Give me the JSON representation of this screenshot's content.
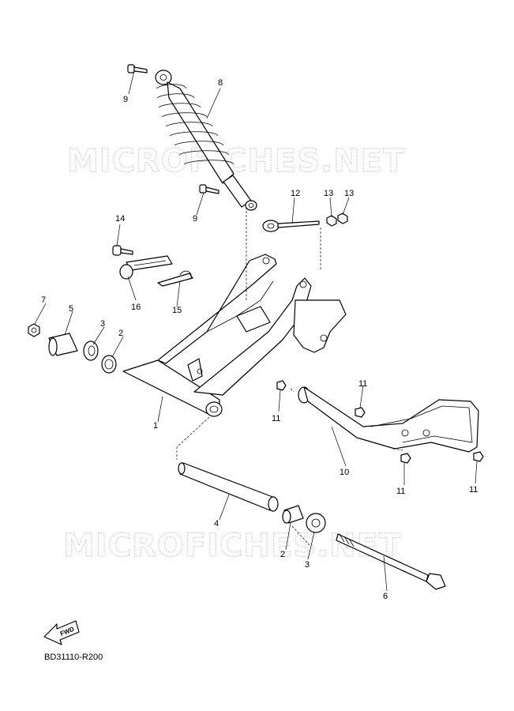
{
  "watermarks": [
    "MICROFICHES.NET",
    "MICROFICHES.NET"
  ],
  "callouts": {
    "c1": "1",
    "c2a": "2",
    "c2b": "2",
    "c3a": "3",
    "c3b": "3",
    "c4": "4",
    "c5": "5",
    "c6": "6",
    "c7": "7",
    "c8": "8",
    "c9a": "9",
    "c9b": "9",
    "c10": "10",
    "c11a": "11",
    "c11b": "11",
    "c11c": "11",
    "c11d": "11",
    "c12": "12",
    "c13a": "13",
    "c13b": "13",
    "c14": "14",
    "c15": "15",
    "c16": "16"
  },
  "fwd_label": "FWD",
  "diagram_code": "BD31110-R200"
}
